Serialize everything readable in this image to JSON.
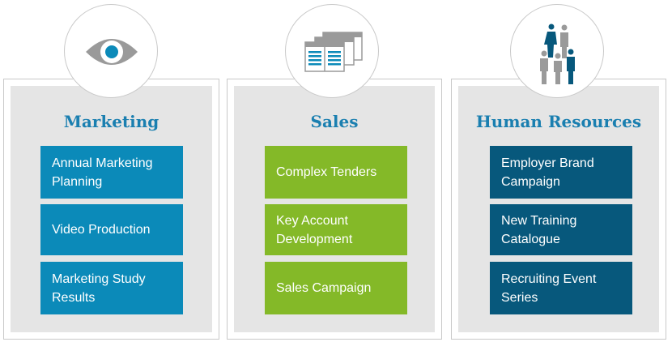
{
  "columns": [
    {
      "title": "Marketing",
      "icon": "eye-icon",
      "items": [
        "Annual Marketing\nPlanning",
        "Video Production",
        "Marketing Study\nResults"
      ]
    },
    {
      "title": "Sales",
      "icon": "documents-icon",
      "items": [
        "Complex Tenders",
        "Key Account\nDevelopment",
        "Sales Campaign"
      ]
    },
    {
      "title": "Human Resources",
      "icon": "people-icon",
      "items": [
        "Employer Brand\nCampaign",
        "New Training\nCatalogue",
        "Recruiting Event\nSeries"
      ]
    }
  ],
  "colors": {
    "title": "#1a7fb0",
    "marketing": "#0b8ab9",
    "sales": "#84b928",
    "hr": "#07587c",
    "panel_bg": "#e5e5e5",
    "border": "#c9c9c9"
  }
}
